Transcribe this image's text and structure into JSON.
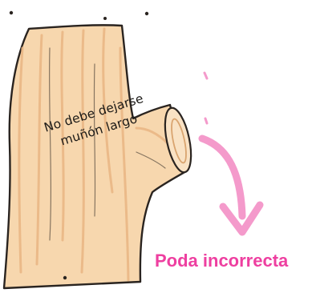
{
  "annotation": {
    "line1": "No debe dejarse",
    "line2": "muñón largo"
  },
  "caption": "Poda incorrecta",
  "colors": {
    "wood": "#f7d7ae",
    "wood_shadow": "#e9b583",
    "outline": "#2a2420",
    "arrow": "#f49acb",
    "caption": "#ee3fa0"
  },
  "icons": {
    "arrow": "curved-arrow-down-icon"
  }
}
